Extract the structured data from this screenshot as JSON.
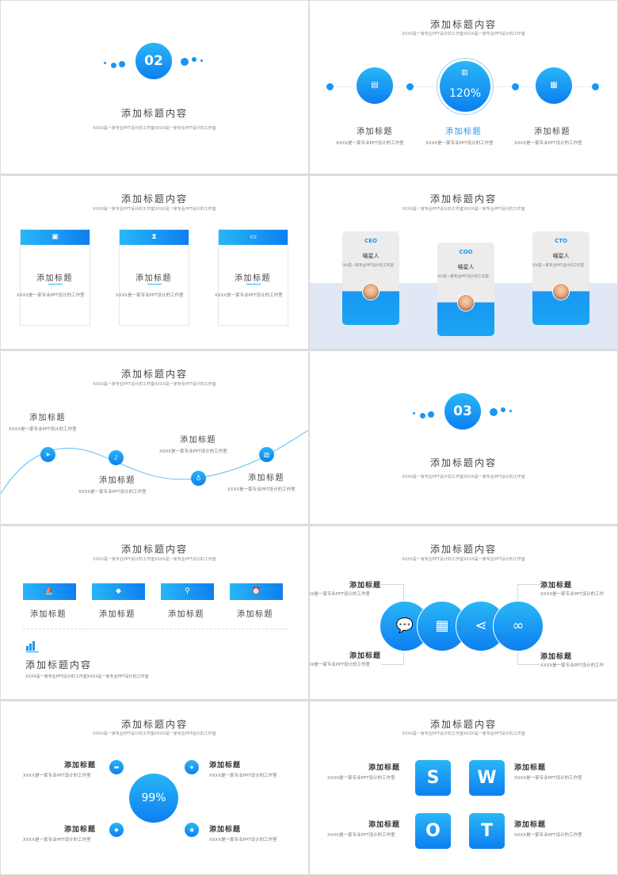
{
  "colors": {
    "accent": "#1a96f2",
    "light": "#29b6f6",
    "dark": "#0d7ff0",
    "band": "#dfe8f4"
  },
  "common": {
    "title": "添加标题内容",
    "subtitle": "XXXX是一家专业PPT设计的工作室XXXX是一家专业PPT设计的工作室",
    "heading": "添加标题",
    "desc": "XXXX是一家专业PPT设计的工作室"
  },
  "s1": {
    "number": "02"
  },
  "s2": {
    "percent": "120%",
    "labels": [
      "添加标题",
      "添加标题",
      "添加标题"
    ]
  },
  "s4": {
    "roles": [
      "CEO",
      "COO",
      "CTO"
    ],
    "name": "喵星人"
  },
  "s6": {
    "number": "03"
  },
  "s10": {
    "percent": "99%"
  },
  "s12": {
    "letters": [
      "S",
      "W",
      "O",
      "T"
    ]
  },
  "s8": {
    "left_desc": "IX是一家专业PPT设计的工作室",
    "right_desc": "XXXX是一家专业PPT设计的工作"
  },
  "icons": [
    "clipboard-icon",
    "chart-icon",
    "calendar-icon",
    "monitor-icon",
    "hourglass-icon",
    "id-card-icon",
    "plane-icon",
    "bell-icon",
    "money-bag-icon",
    "bar-chart-icon",
    "sailboat-icon",
    "tag-icon",
    "location-pin-icon",
    "alarm-icon",
    "chat-icon",
    "share-icon",
    "link-icon",
    "money-icon",
    "cash-icon"
  ]
}
